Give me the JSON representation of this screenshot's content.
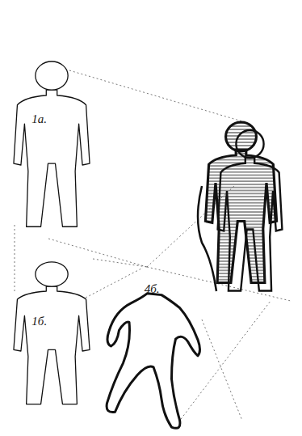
{
  "diagram": {
    "nodes": [
      {
        "text": [
          "1а."
        ]
      },
      {
        "text": [
          "1б."
        ]
      },
      {
        "text": [
          "4б."
        ]
      }
    ],
    "edges": [
      {
        "from": 0,
        "to": 1,
        "arrow": "none"
      },
      {
        "from": 1,
        "to": 2,
        "arrow": "none"
      }
    ]
  }
}
